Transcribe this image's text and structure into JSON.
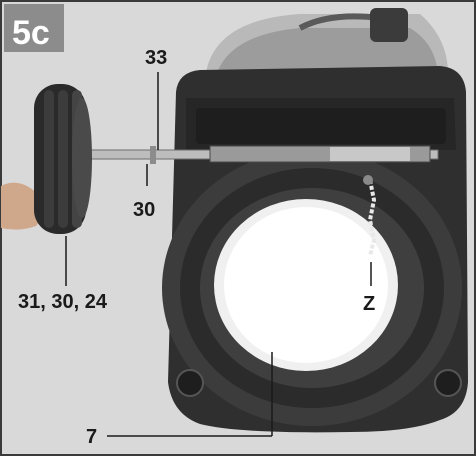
{
  "figure": {
    "badge": "5c",
    "callouts": {
      "c33": "33",
      "c30": "30",
      "c31_30_24": "31, 30, 24",
      "cZ": "Z",
      "c7": "7"
    },
    "colors": {
      "background": "#d6d6d6",
      "badge": "#8a8a8a",
      "housing": "#2f2f2f",
      "housing_dark": "#1c1c1c",
      "axle": "#b8b8b8",
      "tire": "#2a2a2a",
      "frame": "#3a3a3a"
    }
  }
}
